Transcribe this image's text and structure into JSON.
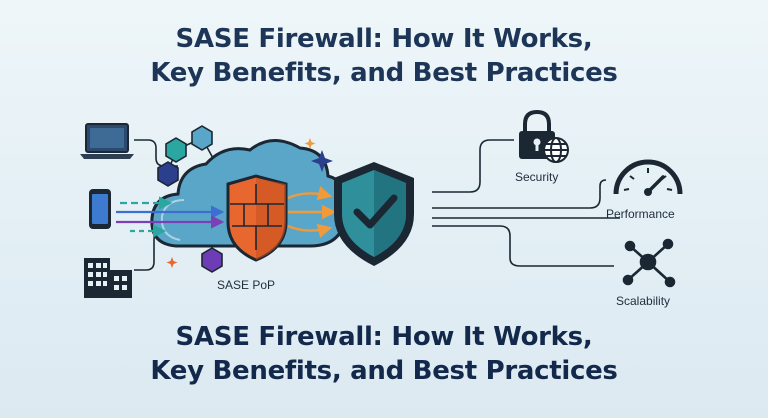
{
  "title_top": {
    "line1": "SASE Firewall: How It Works,",
    "line2": "Key Benefits, and Best Practices"
  },
  "title_bottom": {
    "line1": "SASE Firewall: How It Works,",
    "line2": "Key Benefits, and Best Practices"
  },
  "diagram": {
    "pop_label": "SASE PoP",
    "benefits": {
      "security": "Security",
      "performance": "Performance",
      "scalability": "Scalability"
    }
  },
  "icons": [
    "laptop-icon",
    "smartphone-icon",
    "office-building-icon",
    "cloud-icon",
    "firewall-brick-shield-icon",
    "check-shield-icon",
    "padlock-icon",
    "globe-icon",
    "speedometer-icon",
    "network-nodes-icon",
    "hexagon-node-icon",
    "sparkle-icon"
  ],
  "colors": {
    "title": "#1d3557",
    "cloud_fill": "#5aa6c8",
    "cloud_outline": "#1b2733",
    "firewall_orange": "#e8672f",
    "shield_teal": "#2f8f9a",
    "arrow_blue": "#3c6fd1",
    "arrow_purple": "#7b3fb8",
    "arrow_teal": "#2aa7a0",
    "arrow_orange": "#f09a3a",
    "hex_navy": "#2b3f8c",
    "hex_purple": "#6e3db5"
  }
}
